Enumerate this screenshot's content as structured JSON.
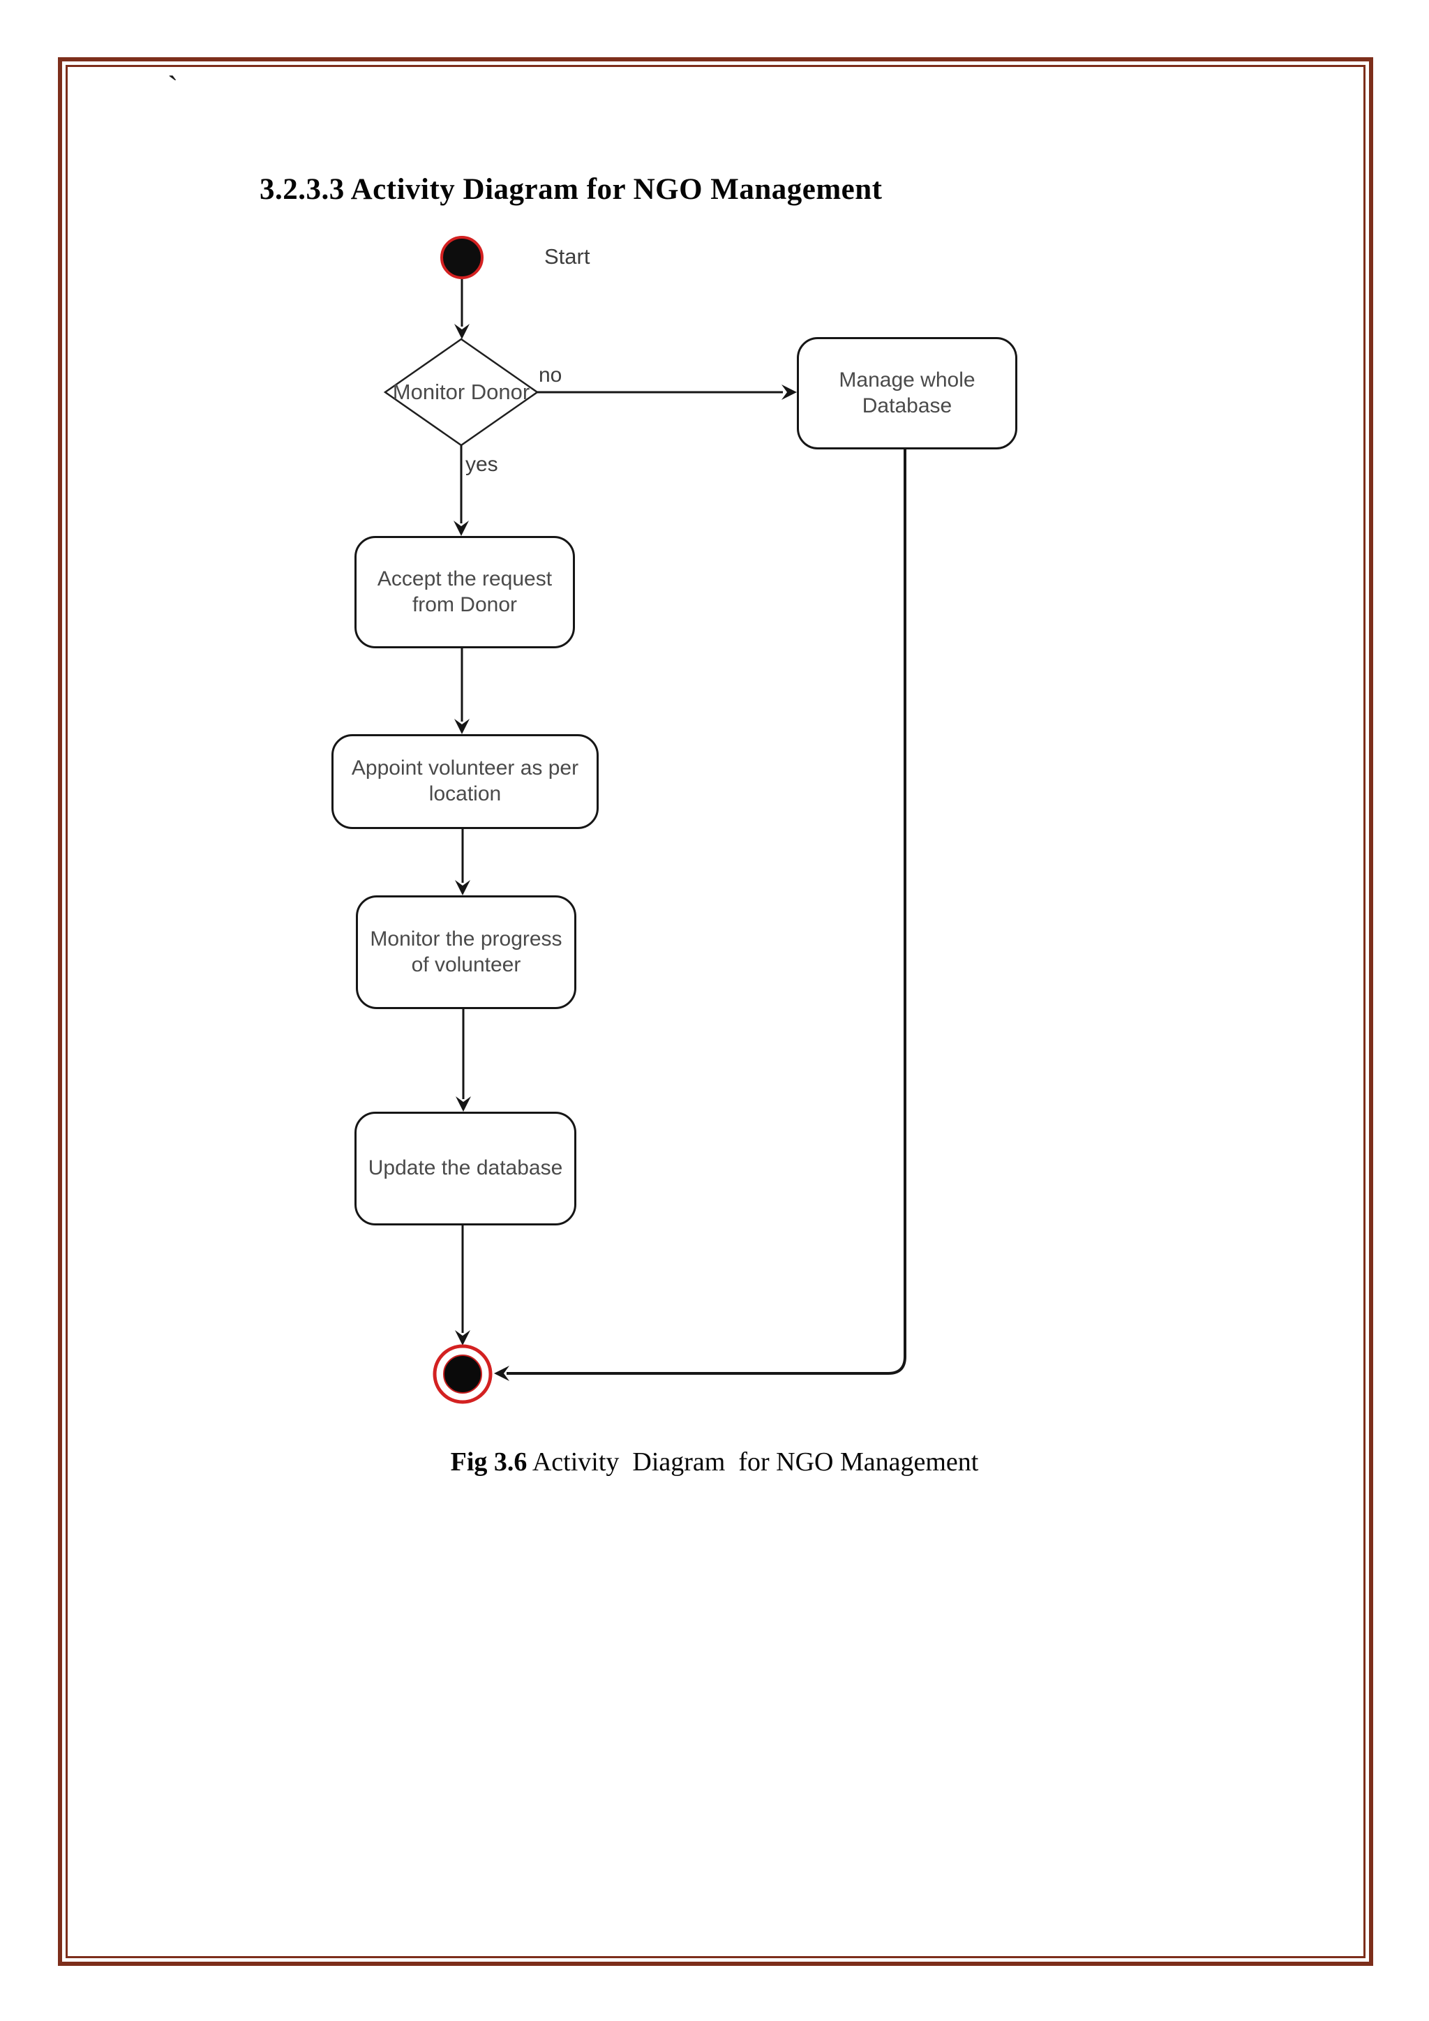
{
  "page": {
    "stray_mark": "`",
    "title": "3.2.3.3 Activity Diagram for NGO Management",
    "caption": {
      "bold": "Fig 3.6",
      "rest": " Activity  Diagram  for NGO Management"
    }
  },
  "diagram": {
    "start_label": "Start",
    "decision_label": "Monitor Donor",
    "branch_no_label": "no",
    "branch_yes_label": "yes",
    "activities": {
      "manage": "Manage whole\nDatabase",
      "accept": "Accept the request\nfrom Donor",
      "appoint": "Appoint volunteer as per\nlocation",
      "monitor": "Monitor the progress\nof volunteer",
      "update": "Update the database"
    }
  },
  "colors": {
    "frame_border": "#7d2e1b",
    "flow_line": "#161616",
    "terminal_red": "#d32121",
    "node_text": "#4a4a4a"
  }
}
